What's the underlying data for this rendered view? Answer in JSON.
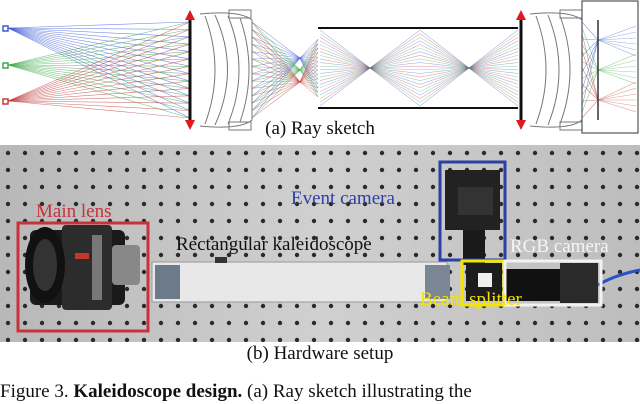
{
  "ray_sketch": {
    "caption": "(a) Ray sketch"
  },
  "hardware": {
    "caption": "(b) Hardware setup",
    "labels": {
      "main_lens": "Main lens",
      "kaleidoscope": "Rectangular kaleidoscope",
      "event_camera": "Event camera",
      "rgb_camera": "RGB camera",
      "beam_splitter": "Beam splitter"
    }
  },
  "figure_caption": {
    "prefix": "Figure 3.",
    "title": "Kaleidoscope design.",
    "text": "(a) Ray sketch illustrating the"
  },
  "colors": {
    "ray_blue": "#3d5bd6",
    "ray_green": "#3aa84a",
    "ray_red": "#c03a3a",
    "arrow_red": "#e0191f",
    "main_lens_box": "#c8323c",
    "event_camera_box": "#2b3fa6",
    "rgb_camera_box": "#f2f2f2",
    "beam_splitter_box": "#f5e400"
  }
}
